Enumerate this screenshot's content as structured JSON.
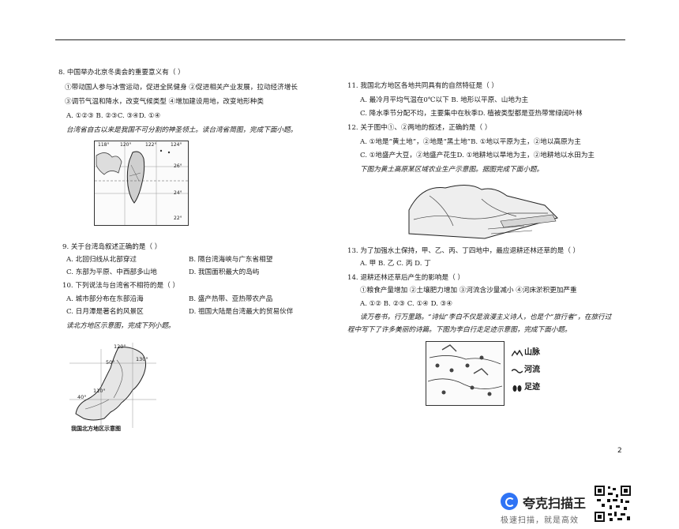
{
  "page_number": "2",
  "left": {
    "q8": {
      "stem": "8. 中国举办北京冬奥会的重要意义有（  ）",
      "opt_row1": "①带动国人参与冰雪运动，促进全民健身  ②促进相关产业发展，拉动经济增长",
      "opt_row2": "③调节气温和降水，改变气候类型    ④增加建设用地，改变地形种类",
      "choices": "A. ①②③  B. ②③C. ③④D. ①④"
    },
    "taiwan_intro": "台湾省自古以来是我国不可分割的神圣领土。读台湾省简图，完成下面小题。",
    "taiwan_map": {
      "lon_labels": [
        "118°",
        "120°",
        "122°",
        "124°"
      ],
      "lat_labels": [
        "26°",
        "24°",
        "22°"
      ]
    },
    "q9": {
      "stem": "9. 关于台湾岛叙述正确的是（  ）",
      "a": "A. 北回归线从北部穿过",
      "b": "B. 隔台湾海峡与广东省相望",
      "c": "C. 东部为平原、中西部多山地",
      "d": "D. 我国面积最大的岛屿"
    },
    "q10": {
      "stem": "10. 下列说法与台湾省不相符的是（  ）",
      "a": "A. 城市部分布在东部沿海",
      "b": "B. 盛产热带、亚热带农产品",
      "c": "C. 日月潭是著名的风景区",
      "d": "D. 祖国大陆是台湾最大的贸易伙伴"
    },
    "north_intro": "读北方地区示意图，完成下列小题。",
    "north_map": {
      "labels": [
        "120°",
        "50°",
        "130°",
        "40°",
        "110°"
      ],
      "caption": "我国北方地区示意图"
    }
  },
  "right": {
    "q11": {
      "stem": "11. 我国北方地区各地共同具有的自然特征是（  ）",
      "ab": "A. 最冷月平均气温在0℃以下 B. 地形以平原、山地为主",
      "cd": "C. 降水季节分配不均，主要集中在秋季D. 植被类型都是亚热带常绿阔叶林"
    },
    "q12": {
      "stem": "12. 关于图中①、②两地的叙述，正确的是（  ）",
      "ab": "A. ①地是“黄土地”，②地是“黑土地”B. ①地以平原为主，②地以高原为主",
      "cd": "C. ①地盛产大豆，②地盛产花生D. ①地耕地以旱地为主，②地耕地以水田为主"
    },
    "loess_intro": "下图为黄土高原某区域农业生产示意图。据图完成下面小题。",
    "q13": {
      "stem": "13. 为了加强水土保持，甲、乙、丙、丁四地中，最应退耕还林还草的是（  ）",
      "choices": "A. 甲  B. 乙  C. 丙  D. 丁"
    },
    "q14": {
      "stem": "14. 退耕还林还草后产生的影响是（  ）",
      "opts": "①粮食产量增加 ②土壤肥力增加 ③河流含沙量减小 ④河床淤积更加严重",
      "choices": "A. ①② B. ②③ C. ①④ D. ③④"
    },
    "libai_intro1": "读万卷书，行万里路。“诗仙”李白不仅是浪漫主义诗人，也是个“旅行者”，在旅行过",
    "libai_intro2": "程中写下了许多美丽的诗篇。下图为李白行走足迹示意图，完成下面小题。",
    "legend": {
      "mountain": "山脉",
      "river": "河流",
      "footprint": "足迹"
    }
  },
  "brand": {
    "name": "夸克扫描王",
    "slogan": "极速扫描，就是高效"
  }
}
